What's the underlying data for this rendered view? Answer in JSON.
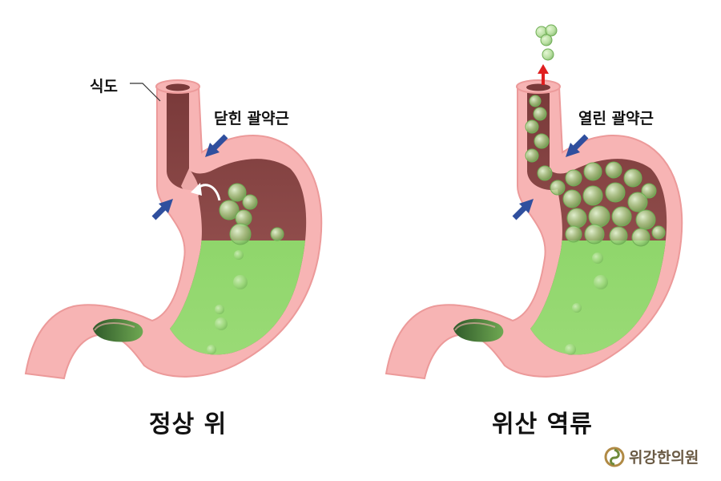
{
  "labels": {
    "esophagus": "식도",
    "closed_sphincter": "닫힌 괄약근",
    "open_sphincter": "열린 괄약근",
    "normal_caption": "정상 위",
    "reflux_caption": "위산 역류"
  },
  "brand": {
    "name": "위강한의원",
    "logo_icon": "brand-swirl-icon"
  },
  "colors": {
    "wall": "#f7b4b4",
    "wall_stroke": "#ec9a9a",
    "cavity": "#8a4646",
    "acid": "#8ed36a",
    "arrow_blue": "#2f4f9e",
    "arrow_red": "#e02020",
    "brand": "#6a5a44"
  }
}
